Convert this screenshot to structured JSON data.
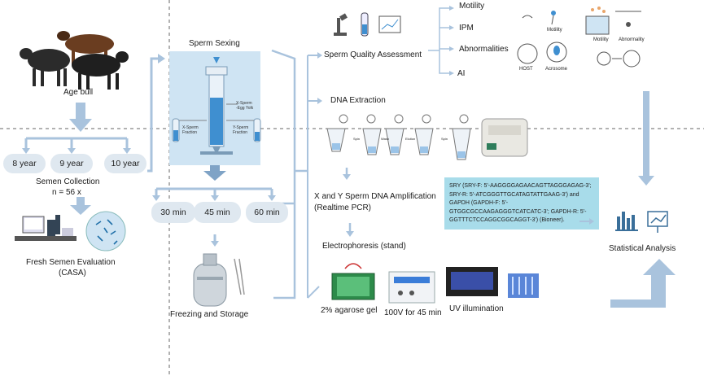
{
  "left": {
    "age_bull": "Age bull",
    "ages": [
      "8 year",
      "9 year",
      "10 year"
    ],
    "semen_collection": "Semen Collection",
    "n_count": "n = 56 x",
    "fresh_eval_line1": "Fresh Semen Evaluation",
    "fresh_eval_line2": "(CASA)"
  },
  "middle": {
    "sperm_sexing": "Sperm Sexing",
    "x_sperm_label": "X-Sperm\n-Egg Yolk",
    "x_fraction_label": "X-Sperm\nFraction",
    "y_fraction_label": "Y-Sperm\nFraction",
    "times": [
      "30 min",
      "45 min",
      "60 min"
    ],
    "freezing": "Freezing and Storage"
  },
  "right": {
    "sqa": "Sperm Quality Assessment",
    "sqa_items": [
      "Motility",
      "IPM",
      "Abnormalities",
      "AI"
    ],
    "small_labels": {
      "motility1": "Motility",
      "host": "HOST",
      "acrosome": "Acrosome",
      "motility2": "Motility",
      "abnormality": "Abnormality"
    },
    "dna_extraction": "DNA Extraction",
    "tube_steps": [
      "Spin",
      "Wash",
      "Elution",
      "Spin"
    ],
    "amp_line1": "X and Y Sperm DNA Amplification",
    "amp_line2": "(Realtime PCR)",
    "primers": [
      "SRY (SRY-F: 5'-AAGGGGAGAACAGTTAGGGAGAG-3';",
      "SRY-R: 5'-ATCGGGTTGCATAGTATTGAAG-3') and",
      "GAPDH (GAPDH-F: 5'-",
      "GTGGCGCCAAGAGGGTCATCATC-3'; GAPDH-R: 5'-",
      "GGTTTCTCCAGGCGGCAGGT-3') (Bioneer)."
    ],
    "electrophoresis": "Electrophoresis (stand)",
    "gel": "2% agarose gel",
    "voltage": "100V for 45 min",
    "uv": "UV illumination",
    "stats": "Statistical Analysis"
  },
  "colors": {
    "arrow": "#a9c3dd",
    "arrow_dark": "#7fa3c6",
    "pill": "#dfe8f0",
    "panel": "#cfe4f3",
    "primer_box": "#a8dcea",
    "dashed": "#555555"
  }
}
